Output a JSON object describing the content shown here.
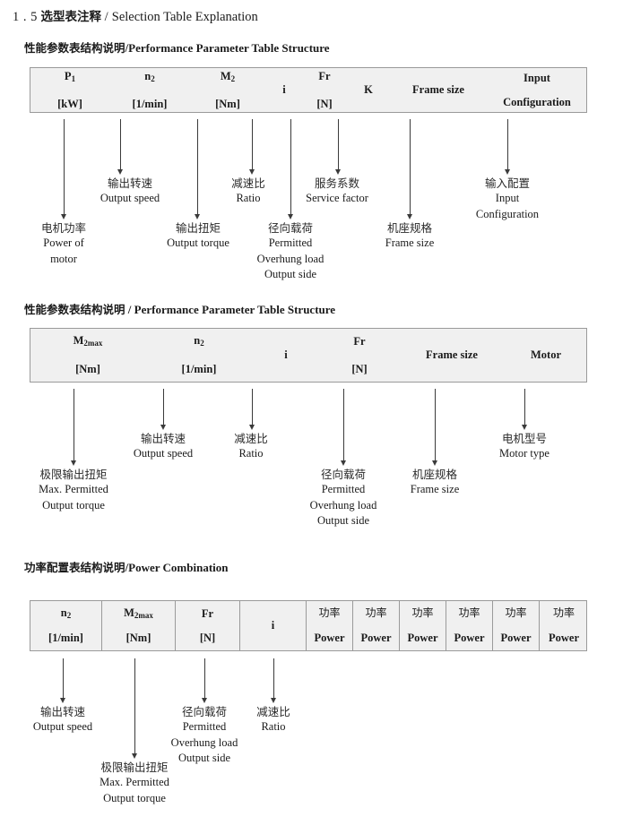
{
  "document": {
    "section_number": "1 . 5",
    "section_title_cn": "选型表注释",
    "section_sep": "/",
    "section_title_en": "Selection Table Explanation"
  },
  "sections": [
    {
      "heading_cn": "性能参数表结构说明",
      "heading_sep": "/",
      "heading_en": "Performance Parameter Table Structure",
      "table": {
        "columns": [
          {
            "symbol": "P",
            "sub": "1",
            "unit": "[kW]"
          },
          {
            "symbol": "n",
            "sub": "2",
            "unit": "[1/min]"
          },
          {
            "symbol": "M",
            "sub": "2",
            "unit": "[Nm]"
          },
          {
            "symbol": "i",
            "sub": "",
            "unit": ""
          },
          {
            "symbol": "Fr",
            "sub": "",
            "unit": "[N]"
          },
          {
            "symbol": "K",
            "sub": "",
            "unit": ""
          },
          {
            "symbol": "Frame size",
            "sub": "",
            "unit": ""
          },
          {
            "symbol": "Input",
            "sub": "",
            "unit": "Configuration"
          }
        ]
      },
      "notes": [
        {
          "cn": "电机功率",
          "en": [
            "Power of",
            "motor"
          ]
        },
        {
          "cn": "输出转速",
          "en": [
            "Output speed"
          ]
        },
        {
          "cn": "输出扭矩",
          "en": [
            "Output torque"
          ]
        },
        {
          "cn": "减速比",
          "en": [
            "Ratio"
          ]
        },
        {
          "cn": "径向载荷",
          "en": [
            "Permitted",
            "Overhung load",
            "Output side"
          ]
        },
        {
          "cn": "服务系数",
          "en": [
            "Service factor"
          ]
        },
        {
          "cn": "机座规格",
          "en": [
            "Frame size"
          ]
        },
        {
          "cn": "输入配置",
          "en": [
            "Input",
            "Configuration"
          ]
        }
      ]
    },
    {
      "heading_cn": "性能参数表结构说明",
      "heading_sep": "/",
      "heading_en": "Performance Parameter Table Structure",
      "table": {
        "columns": [
          {
            "symbol": "M",
            "sub": "2max",
            "unit": "[Nm]"
          },
          {
            "symbol": "n",
            "sub": "2",
            "unit": "[1/min]"
          },
          {
            "symbol": "i",
            "sub": "",
            "unit": ""
          },
          {
            "symbol": "Fr",
            "sub": "",
            "unit": "[N]"
          },
          {
            "symbol": "Frame size",
            "sub": "",
            "unit": ""
          },
          {
            "symbol": "Motor",
            "sub": "",
            "unit": ""
          }
        ]
      },
      "notes": [
        {
          "cn": "极限输出扭矩",
          "en": [
            "Max. Permitted",
            "Output  torque"
          ]
        },
        {
          "cn": "输出转速",
          "en": [
            "Output speed"
          ]
        },
        {
          "cn": "减速比",
          "en": [
            "Ratio"
          ]
        },
        {
          "cn": "径向载荷",
          "en": [
            "Permitted",
            "Overhung load",
            "Output side"
          ]
        },
        {
          "cn": "机座规格",
          "en": [
            "Frame size"
          ]
        },
        {
          "cn": "电机型号",
          "en": [
            "Motor type"
          ]
        }
      ]
    },
    {
      "heading_cn": "功率配置表结构说明",
      "heading_sep": "/",
      "heading_en": "Power Combination",
      "table": {
        "columns": [
          {
            "symbol": "n",
            "sub": "2",
            "unit": "[1/min]"
          },
          {
            "symbol": "M",
            "sub": "2max",
            "unit": "[Nm]"
          },
          {
            "symbol": "Fr",
            "sub": "",
            "unit": "[N]"
          },
          {
            "symbol": "i",
            "sub": "",
            "unit": ""
          },
          {
            "symbol": "功率",
            "sub": "",
            "unit": "Power"
          },
          {
            "symbol": "功率",
            "sub": "",
            "unit": "Power"
          },
          {
            "symbol": "功率",
            "sub": "",
            "unit": "Power"
          },
          {
            "symbol": "功率",
            "sub": "",
            "unit": "Power"
          },
          {
            "symbol": "功率",
            "sub": "",
            "unit": "Power"
          },
          {
            "symbol": "功率",
            "sub": "",
            "unit": "Power"
          }
        ]
      },
      "notes": [
        {
          "cn": "输出转速",
          "en": [
            "Output speed"
          ]
        },
        {
          "cn": "极限输出扭矩",
          "en": [
            "Max. Permitted",
            "Output  torque"
          ]
        },
        {
          "cn": "径向载荷",
          "en": [
            "Permitted",
            "Overhung load",
            "Output side"
          ]
        },
        {
          "cn": "减速比",
          "en": [
            "Ratio"
          ]
        }
      ]
    }
  ],
  "colors": {
    "table_fill": "#f0f0f0",
    "table_border": "#9a9a9a",
    "arrow": "#3a3a3a",
    "text": "#1a1a1a"
  }
}
